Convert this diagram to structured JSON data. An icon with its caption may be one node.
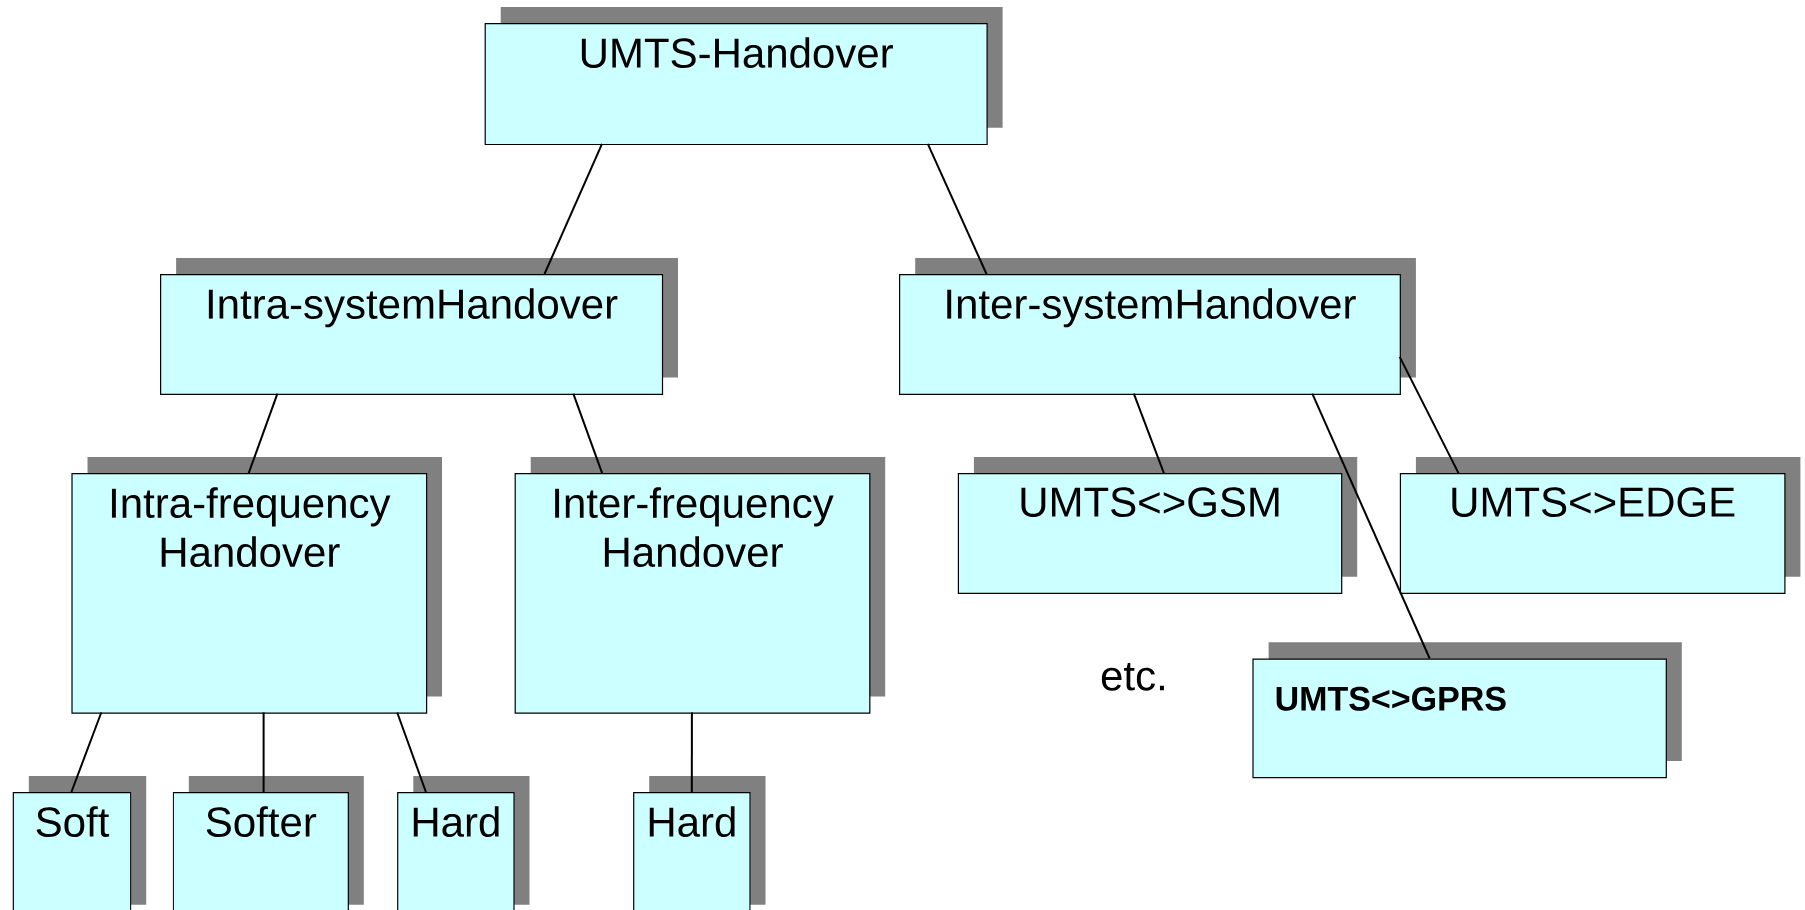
{
  "diagram": {
    "nodes": [
      {
        "text": [
          "UMTS-Handover"
        ]
      },
      {
        "text": [
          "Intra-systemHandover"
        ]
      },
      {
        "text": [
          "Inter-systemHandover"
        ]
      },
      {
        "text": [
          "Intra-frequency Handover"
        ]
      },
      {
        "text": [
          "Inter-frequency Handover"
        ]
      },
      {
        "text": [
          "UMTS<>GSM"
        ]
      },
      {
        "text": [
          "UMTS<>EDGE"
        ]
      },
      {
        "text": [
          "UMTS<>GPRS"
        ]
      },
      {
        "text": [
          "Soft"
        ]
      },
      {
        "text": [
          "Softer"
        ]
      },
      {
        "text": [
          "Hard"
        ]
      },
      {
        "text": [
          "Hard"
        ]
      }
    ],
    "edges": [
      {
        "from": 0,
        "to": 1,
        "arrow": "none"
      },
      {
        "from": 0,
        "to": 2,
        "arrow": "none"
      },
      {
        "from": 1,
        "to": 3,
        "arrow": "none"
      },
      {
        "from": 1,
        "to": 4,
        "arrow": "none"
      },
      {
        "from": 2,
        "to": 5,
        "arrow": "none"
      },
      {
        "from": 2,
        "to": 7,
        "arrow": "none"
      },
      {
        "from": 2,
        "to": 6,
        "arrow": "none"
      },
      {
        "from": 3,
        "to": 8,
        "arrow": "none"
      },
      {
        "from": 3,
        "to": 9,
        "arrow": "none"
      },
      {
        "from": 3,
        "to": 10,
        "arrow": "none"
      },
      {
        "from": 4,
        "to": 11,
        "arrow": "none"
      }
    ],
    "labels": [
      "etc."
    ]
  }
}
